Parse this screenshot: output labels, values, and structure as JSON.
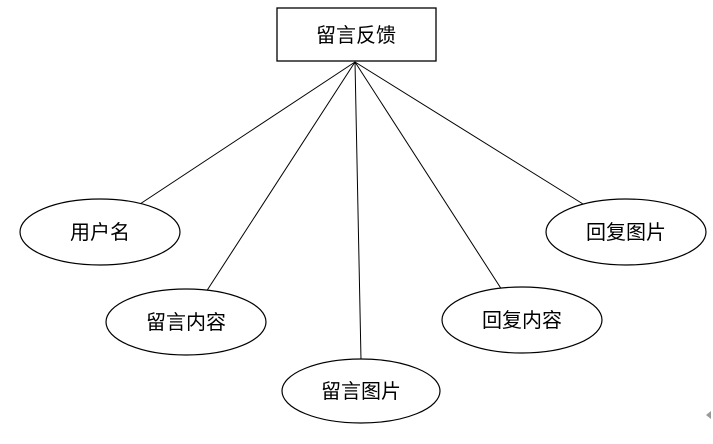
{
  "entity": {
    "label": "留言反馈"
  },
  "attributes": [
    {
      "id": "username",
      "label": "用户名"
    },
    {
      "id": "message-content",
      "label": "留言内容"
    },
    {
      "id": "message-image",
      "label": "留言图片"
    },
    {
      "id": "reply-content",
      "label": "回复内容"
    },
    {
      "id": "reply-image",
      "label": "回复图片"
    }
  ]
}
